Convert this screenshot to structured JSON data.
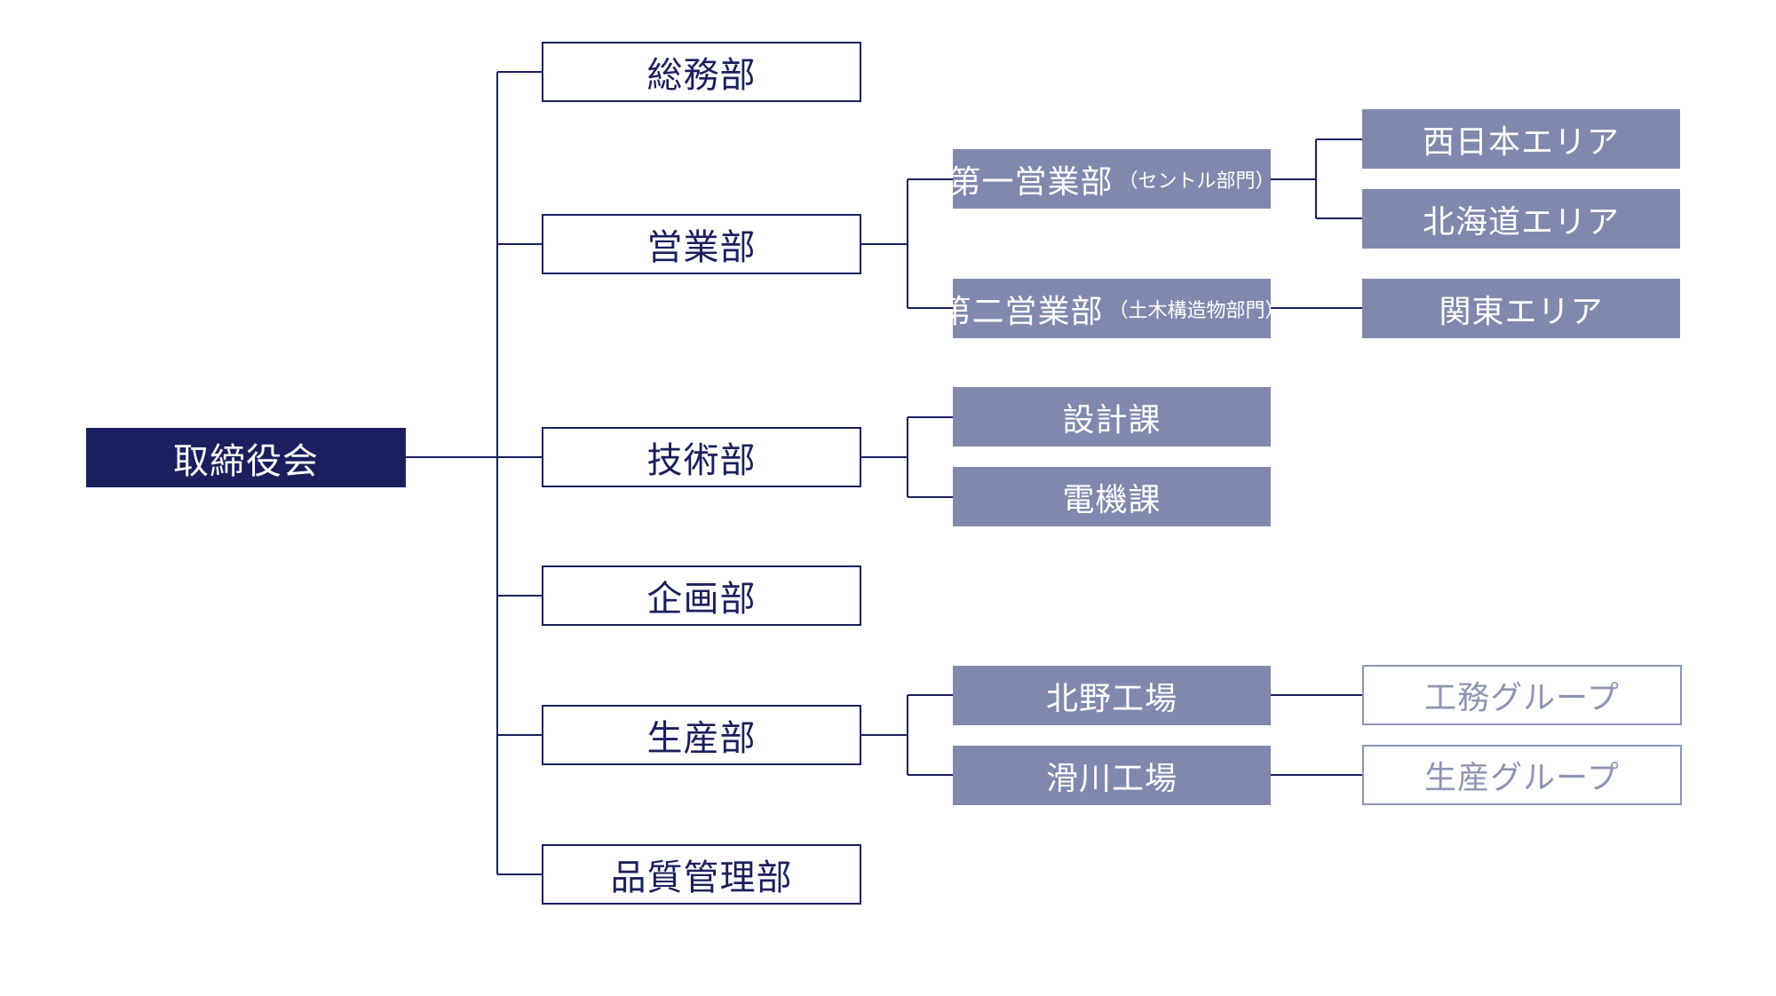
{
  "colors": {
    "root_fill": "#1b1f5e",
    "dept_border": "#1b1f5e",
    "sub_fill": "#8089ad",
    "group_border": "#8d94b5",
    "connector": "#1b1f5e"
  },
  "org": {
    "root": "取締役会",
    "departments": {
      "soumu": "総務部",
      "eigyo": "営業部",
      "gijutsu": "技術部",
      "kikaku": "企画部",
      "seisan": "生産部",
      "hinshitsu": "品質管理部"
    },
    "eigyo_units": {
      "daiichi": {
        "name": "第一営業部",
        "note": "（セントル部門）"
      },
      "daini": {
        "name": "第二営業部",
        "note": "（土木構造物部門）"
      }
    },
    "areas": {
      "nishinihon": "西日本エリア",
      "hokkaido": "北海道エリア",
      "kanto": "関東エリア"
    },
    "gijutsu_sections": {
      "sekkei": "設計課",
      "denki": "電機課"
    },
    "factories": {
      "kitano": "北野工場",
      "namerikawa": "滑川工場"
    },
    "groups": {
      "koumu": "工務グループ",
      "seisan": "生産グループ"
    }
  }
}
